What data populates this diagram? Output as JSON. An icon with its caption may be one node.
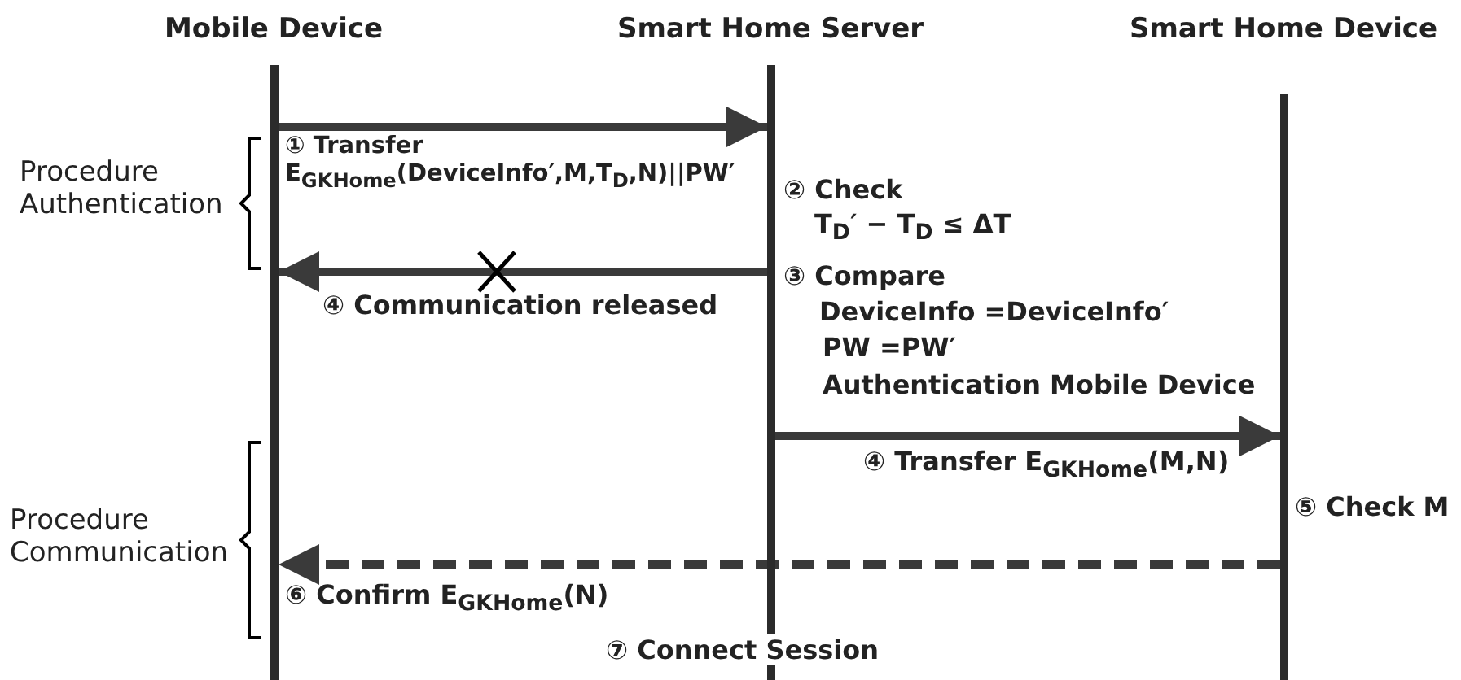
{
  "diagram": {
    "nodes": [
      {
        "text": [],
        "shape": "bar",
        "beside": [
          "Mobile Device"
        ]
      },
      {
        "text": [],
        "shape": "bar",
        "beside": [
          "Smart Home Server"
        ]
      },
      {
        "text": [],
        "shape": "bar",
        "beside": [
          "Smart Home Device"
        ]
      }
    ],
    "edges": [
      {
        "from": 0,
        "to": 1,
        "arrow": "to",
        "label": "① Transfer E$_{GK}$$_{Home}$(DeviceInfo′,M,T$_{D}$,N)||PW′"
      },
      {
        "from": 1,
        "to": 0,
        "arrow": "to",
        "label": "④ Communication released"
      },
      {
        "from": 1,
        "to": 2,
        "arrow": "to",
        "label": "④ Transfer E$_{GK}$$_{Home}$(M,N)"
      },
      {
        "from": 2,
        "to": 0,
        "arrow": "to",
        "style": "dashed",
        "label": "⑥ Confirm E$_{GK}$$_{Home}$(N)"
      }
    ],
    "labels": [
      "Procedure Authentication",
      "② Check",
      "T$_{D}$′ − T$_{D}$ ≤ ΔT",
      "③ Compare",
      "DeviceInfo =DeviceInfo′",
      "PW =PW′",
      "Authentication Mobile Device",
      "⑤ Check M",
      "Procedure Communication",
      "⑦ Connect Session"
    ]
  }
}
